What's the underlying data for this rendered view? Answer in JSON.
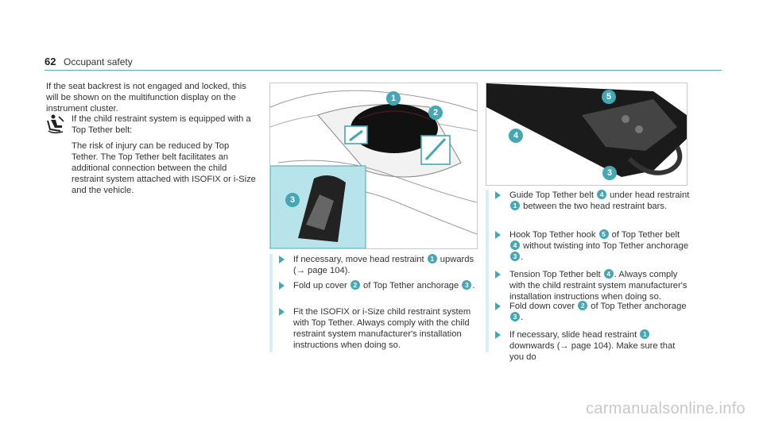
{
  "header": {
    "page_number": "62",
    "section_title": "Occupant safety"
  },
  "col1": {
    "intro": "If the seat backrest is not engaged and locked, this will be shown on the multifunction display on the instrument cluster.",
    "icon_name": "child-seat-top-tether-icon",
    "note_line": "If the child restraint system is equipped with a Top Tether belt:",
    "warning": "The risk of injury can be reduced by Top Tether. The Top Tether belt facilitates an additional connection between the child restraint system attached with ISOFIX or i-Size and the vehicle."
  },
  "figure1": {
    "callouts": [
      "1",
      "2",
      "3"
    ]
  },
  "figure2": {
    "callouts": [
      "5",
      "4",
      "3"
    ]
  },
  "col2_steps": [
    {
      "parts": [
        "If necessary, move head restraint ",
        "1",
        " upwards (→ page 104)."
      ]
    },
    {
      "parts": [
        "Fold up cover ",
        "2",
        " of Top Tether anchorage ",
        "3",
        "."
      ]
    },
    {
      "parts": [
        "Fit the ISOFIX or i-Size child restraint system with Top Tether. Always comply with the child restraint system manufacturer's installation instructions when doing so."
      ]
    }
  ],
  "col3_steps": [
    {
      "parts": [
        "Guide Top Tether belt ",
        "4",
        " under head restraint ",
        "1",
        " between the two head restraint bars."
      ]
    },
    {
      "parts": [
        "Hook Top Tether hook ",
        "5",
        " of Top Tether belt ",
        "4",
        " without twisting into Top Tether anchorage ",
        "3",
        "."
      ]
    },
    {
      "parts": [
        "Tension Top Tether belt ",
        "4",
        ". Always comply with the child restraint system manufacturer's installation instructions when doing so."
      ]
    },
    {
      "parts": [
        "Fold down cover ",
        "2",
        " of Top Tether anchorage ",
        "3",
        "."
      ]
    },
    {
      "parts": [
        "If necessary, slide head restraint ",
        "1",
        " downwards (→ page 104). Make sure that you do"
      ]
    }
  ],
  "watermark": "carmanualsonline.info",
  "colors": {
    "accent": "#45a7b4",
    "rule": "#5aa9b5",
    "bar": "#d8f0f4"
  }
}
